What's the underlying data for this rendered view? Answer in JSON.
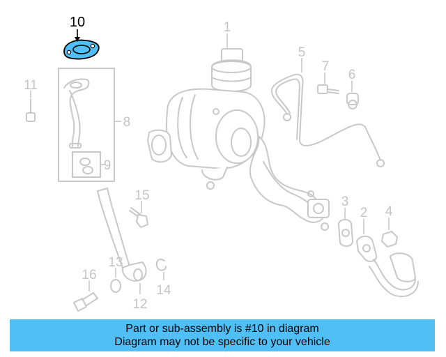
{
  "diagram": {
    "highlighted_part": "10",
    "highlight_color": "#4fbff5",
    "part_numbers": [
      "1",
      "2",
      "3",
      "4",
      "5",
      "6",
      "7",
      "8",
      "9",
      "10",
      "11",
      "12",
      "13",
      "14",
      "15",
      "16"
    ]
  },
  "banner": {
    "line1": "Part or sub-assembly is #10 in diagram",
    "line2": "Diagram may not be specific to your vehicle",
    "color": "#4fbff5"
  }
}
